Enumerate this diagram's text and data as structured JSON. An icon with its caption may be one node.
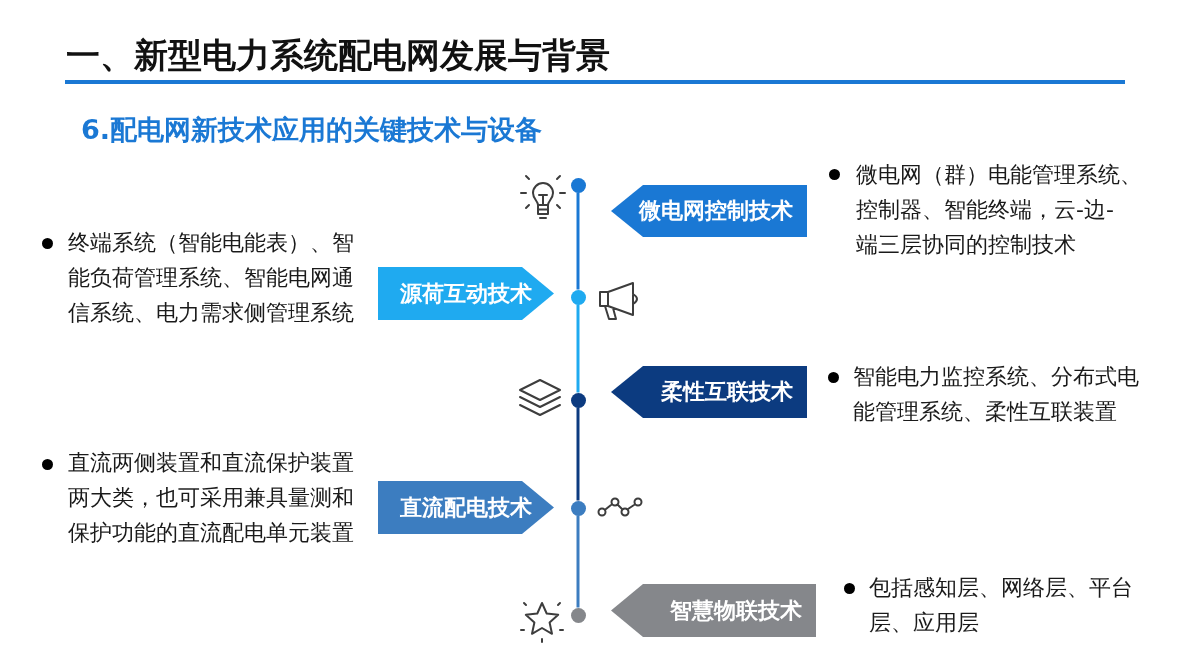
{
  "diagram": {
    "title": "一、新型电力系统配电网发展与背景",
    "nodes": [
      {
        "text": [
          "微电网控制技术"
        ],
        "beside": [
          "微电网（群）电能管理系统、控制器、智能终端，云-边-端三层协同的控制技术"
        ]
      },
      {
        "text": [
          "源荷互动技术"
        ],
        "beside": [
          "终端系统（智能电能表）、智能负荷管理系统、智能电网通信系统、电力需求侧管理系统"
        ]
      },
      {
        "text": [
          "柔性互联技术"
        ],
        "beside": [
          "智能电力监控系统、分布式电能管理系统、柔性互联装置"
        ]
      },
      {
        "text": [
          "直流配电技术"
        ],
        "beside": [
          "直流两侧装置和直流保护装置两大类，也可采用兼具量测和保护功能的直流配电单元装置"
        ]
      },
      {
        "text": [
          "智慧物联技术"
        ],
        "beside": [
          "包括感知层、网络层、平台层、应用层"
        ]
      },
      {
        "text": [],
        "shape": "circle"
      },
      {
        "text": [],
        "shape": "circle"
      },
      {
        "text": [],
        "shape": "circle"
      },
      {
        "text": [],
        "shape": "circle"
      },
      {
        "text": [],
        "shape": "circle"
      }
    ],
    "edges": [
      {
        "from": 5,
        "to": 6,
        "arrow": "none",
        "color": "#1a78d4"
      },
      {
        "from": 6,
        "to": 7,
        "arrow": "none",
        "color": "#1faaf0"
      },
      {
        "from": 7,
        "to": 8,
        "arrow": "none",
        "color": "#0c3b80"
      },
      {
        "from": 8,
        "to": 9,
        "arrow": "none",
        "color": "#3c7dc0"
      }
    ],
    "labels": [
      "6.配电网新技术应用的关键技术与设备"
    ]
  }
}
